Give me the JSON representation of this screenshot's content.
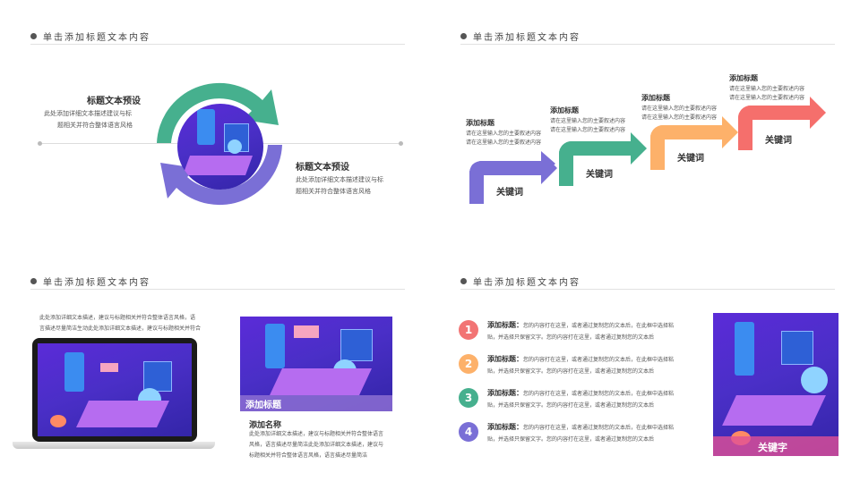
{
  "panels": {
    "tl": {
      "title": "单击添加标题文本内容",
      "block1": {
        "heading": "标题文本预设",
        "line1": "此处添加详细文本描述建议与标",
        "line2": "题相关并符合整体语言风格"
      },
      "block2": {
        "heading": "标题文本预设",
        "line1": "此处添加详细文本描述建议与标",
        "line2": "题相关并符合整体语言风格"
      }
    },
    "tr": {
      "title": "单击添加标题文本内容",
      "steps": [
        {
          "heading": "添加标题",
          "line1": "请在这里输入您的主要叙述内容",
          "line2": "请在这里输入您的主要叙述内容",
          "keyword": "关键词",
          "color": "#7a6fd6"
        },
        {
          "heading": "添加标题",
          "line1": "请在这里输入您的主要叙述内容",
          "line2": "请在这里输入您的主要叙述内容",
          "keyword": "关键词",
          "color": "#46b08e"
        },
        {
          "heading": "添加标题",
          "line1": "请在这里输入您的主要叙述内容",
          "line2": "请在这里输入您的主要叙述内容",
          "keyword": "关键词",
          "color": "#fdb16a"
        },
        {
          "heading": "添加标题",
          "line1": "请在这里输入您的主要叙述内容",
          "line2": "请在这里输入您的主要叙述内容",
          "keyword": "关键词",
          "color": "#f56f6c"
        }
      ]
    },
    "bl": {
      "title": "单击添加标题文本内容",
      "intro1": "此处添加详细文本描述，建议与标题相关并符合整体语言风格，语",
      "intro2": "言描述尽量简洁生动此处添加详细文本描述，建议与标题相关并符合",
      "overlay_label": "添加标题",
      "name_heading": "添加名称",
      "desc1": "此处添加详细文本描述，建议与标题相关并符合整体语言",
      "desc2": "风格，语言描述尽量简洁此处添加详细文本描述，建议与",
      "desc3": "标题相关并符合整体语言风格，语言描述尽量简洁"
    },
    "br": {
      "title": "单击添加标题文本内容",
      "items": [
        {
          "num": "1",
          "heading": "添加标题：",
          "line1": "您的内容打在这里，或者通过复制您的文本后，在此框中选择粘",
          "line2": "贴，并选择只保留文字。您的内容打在这里，或者通过复制您的文本后",
          "color": "#f27474"
        },
        {
          "num": "2",
          "heading": "添加标题：",
          "line1": "您的内容打在这里，或者通过复制您的文本后，在此框中选择粘",
          "line2": "贴，并选择只保留文字。您的内容打在这里，或者通过复制您的文本后",
          "color": "#fdb16a"
        },
        {
          "num": "3",
          "heading": "添加标题：",
          "line1": "您的内容打在这里，或者通过复制您的文本后，在此框中选择粘",
          "line2": "贴，并选择只保留文字。您的内容打在这里，或者通过复制您的文本后",
          "color": "#46b08e"
        },
        {
          "num": "4",
          "heading": "添加标题：",
          "line1": "您的内容打在这里，或者通过复制您的文本后，在此框中选择粘",
          "line2": "贴，并选择只保留文字。您的内容打在这里，或者通过复制您的文本后",
          "color": "#7a6fd6"
        }
      ],
      "keyword": "关键字"
    }
  },
  "colors": {
    "purple": "#7a6fd6",
    "green": "#46b08e",
    "orange": "#fdb16a",
    "red": "#f56f6c",
    "illus_bg": "#4a2fc7"
  }
}
